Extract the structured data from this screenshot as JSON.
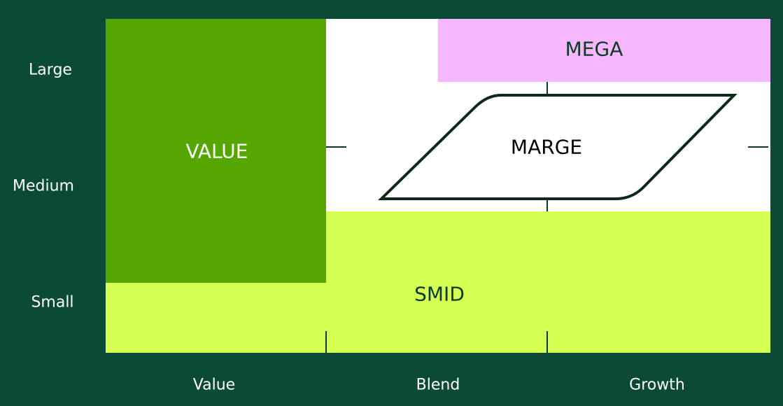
{
  "colors": {
    "background": "#0b4a36",
    "plot_background": "#ffffff",
    "value_region": "#55a600",
    "smid_region": "#d5ff52",
    "mega_region": "#f7b7ff",
    "marge_outline": "#0b2a16",
    "dark_text": "#0b3a27",
    "light_text": "#ffffff"
  },
  "y_axis": {
    "labels": [
      "Large",
      "Medium",
      "Small"
    ]
  },
  "x_axis": {
    "labels": [
      "Value",
      "Blend",
      "Growth"
    ]
  },
  "regions": {
    "value": {
      "label": "VALUE"
    },
    "smid": {
      "label": "SMID"
    },
    "mega": {
      "label": "MEGA"
    },
    "marge": {
      "label": "MARGE"
    }
  }
}
